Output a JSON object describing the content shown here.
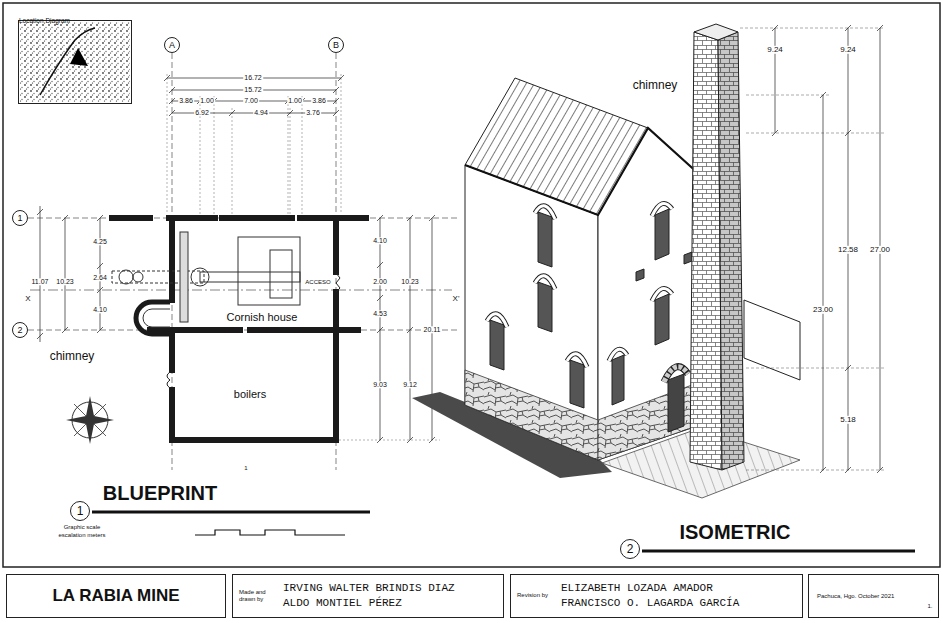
{
  "diagram": {
    "nodes": [
      {
        "text": [
          "Location Diagram"
        ]
      },
      {
        "text": [
          "A"
        ]
      },
      {
        "text": [
          "B"
        ]
      },
      {
        "text": [
          "1"
        ]
      },
      {
        "text": [
          "2"
        ]
      },
      {
        "text": [
          "1"
        ]
      },
      {
        "text": [
          "2"
        ]
      },
      {
        "text": [
          "LA RABIA MINE"
        ]
      },
      {
        "text": [
          "Made and drawn by",
          "IRVING WALTER BRINDIS DIAZ ALDO MONTIEL PÉREZ"
        ]
      },
      {
        "text": [
          "Revision by",
          "ELIZABETH LOZADA AMADOR FRANCISCO O. LAGARDA GARCÍA"
        ]
      },
      {
        "text": [
          "Pachuca, Hgo. October 2021"
        ]
      }
    ],
    "labels": [
      "16.72",
      "15.72",
      "3.86",
      "1.00",
      "7.00",
      "1.00",
      "3.86",
      "6.92",
      "4.94",
      "3.76",
      "4.25",
      "11.07",
      "10.23",
      "2.64",
      "4.10",
      "X",
      "X'",
      "4.10",
      "2.00",
      "10.23",
      "4.53",
      "20.11",
      "9.03",
      "9.12",
      "ACCESO",
      "Cornish house",
      "chimney",
      "boilers",
      "1",
      "BLUEPRINT",
      "Graphic scale",
      "escalation meters",
      "chimney",
      "9.24",
      "9.24",
      "12.58",
      "27.00",
      "23.00",
      "5.18",
      "ISOMETRIC",
      "1."
    ]
  }
}
